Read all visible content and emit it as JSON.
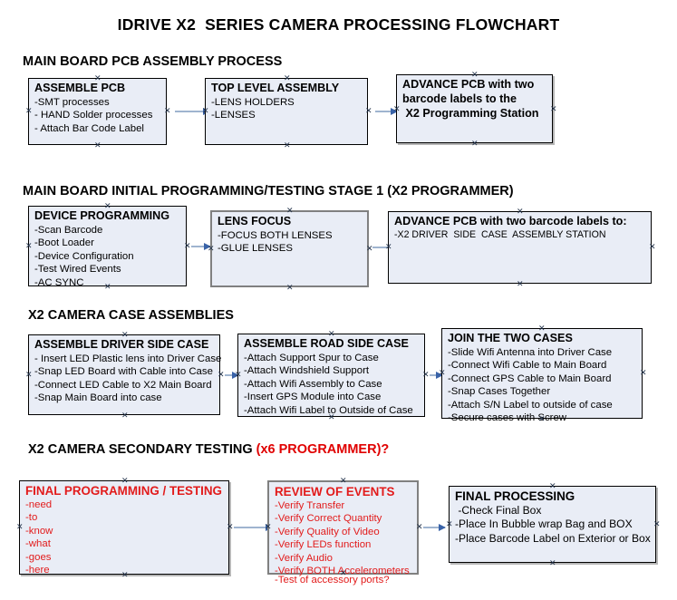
{
  "document": {
    "title": "IDRIVE X2  SERIES CAMERA PROCESSING FLOWCHART"
  },
  "sections": [
    {
      "id": "main-board-pcb-assembly",
      "heading": "MAIN BOARD PCB ASSEMBLY PROCESS",
      "heading_accent": "",
      "nodes": [
        {
          "id": "assemble-pcb",
          "title": "ASSEMBLE PCB",
          "lines": [
            "-SMT processes",
            "- HAND Solder processes",
            "- Attach Bar Code Label"
          ]
        },
        {
          "id": "top-level-assembly",
          "title": "TOP LEVEL ASSEMBLY",
          "lines": [
            "-LENS HOLDERS",
            "-LENSES"
          ]
        },
        {
          "id": "advance-pcb-to-programming-station",
          "title": "ADVANCE PCB with two",
          "lines": [
            "barcode labels to the",
            " X2 Programming Station"
          ]
        }
      ]
    },
    {
      "id": "main-board-initial-programming",
      "heading": "MAIN BOARD INITIAL PROGRAMMING/TESTING STAGE 1 (X2 PROGRAMMER)",
      "heading_accent": "",
      "nodes": [
        {
          "id": "device-programming",
          "title": "DEVICE PROGRAMMING",
          "lines": [
            "-Scan Barcode",
            "-Boot Loader",
            "-Device Configuration",
            "-Test Wired Events",
            "-AC SYNC"
          ]
        },
        {
          "id": "lens-focus",
          "title": "LENS FOCUS",
          "lines": [
            "-FOCUS BOTH LENSES",
            "-GLUE LENSES"
          ]
        },
        {
          "id": "advance-pcb-to-driver-side-case",
          "title": "ADVANCE PCB with two barcode labels to:",
          "lines": [
            "-X2 DRIVER  SIDE  CASE  ASSEMBLY STATION"
          ]
        }
      ]
    },
    {
      "id": "x2-camera-case-assemblies",
      "heading": "X2 CAMERA CASE ASSEMBLIES",
      "heading_accent": "",
      "nodes": [
        {
          "id": "assemble-driver-side-case",
          "title": "ASSEMBLE DRIVER SIDE CASE",
          "lines": [
            "- Insert LED Plastic lens into Driver Case",
            "-Snap LED Board with Cable into Case",
            "-Connect LED Cable to X2 Main Board",
            "-Snap Main Board into case"
          ]
        },
        {
          "id": "assemble-road-side-case",
          "title": "ASSEMBLE ROAD SIDE CASE",
          "lines": [
            "-Attach Support Spur to Case",
            "-Attach Windshield Support",
            "-Attach Wifi Assembly to Case",
            "-Insert GPS Module into Case",
            "-Attach Wifi Label to Outside of Case"
          ]
        },
        {
          "id": "join-the-two-cases",
          "title": "JOIN THE TWO CASES",
          "lines": [
            "-Slide Wifi Antenna into Driver Case",
            "-Connect Wifi Cable to Main Board",
            "-Connect GPS Cable to Main Board",
            "-Snap Cases Together",
            "-Attach S/N Label to outside of case",
            "-Secure cases with Screw"
          ]
        }
      ]
    },
    {
      "id": "x2-camera-secondary-testing",
      "heading": "X2 CAMERA SECONDARY TESTING ",
      "heading_accent": "(x6 PROGRAMMER)?",
      "nodes": [
        {
          "id": "final-programming-testing",
          "title": "FINAL PROGRAMMING / TESTING",
          "lines": [
            "-need",
            "-to",
            "-know",
            "-what",
            "-goes",
            "-here"
          ]
        },
        {
          "id": "review-of-events",
          "title": "REVIEW OF EVENTS",
          "lines": [
            "-Verify Transfer",
            "-Verify Correct Quantity",
            "-Verify Quality of Video",
            "-Verify LEDs function",
            "-Verify Audio",
            "-Verify BOTH Accelerometers"
          ],
          "overflow_line": "-Test of accessory ports?"
        },
        {
          "id": "final-processing",
          "title": "FINAL PROCESSING",
          "lines": [
            " -Check Final Box",
            "-Place In Bubble wrap Bag and BOX",
            "-Place Barcode Label on Exterior or Box"
          ]
        }
      ]
    }
  ],
  "colors": {
    "box_fill": "#e9edf6",
    "box_border": "#000000",
    "box_border_alt": "#808080",
    "accent_red": "#e21b1b",
    "connector_line": "#9fb4cf",
    "connector_arrow": "#3a63a8",
    "text": "#000000"
  }
}
